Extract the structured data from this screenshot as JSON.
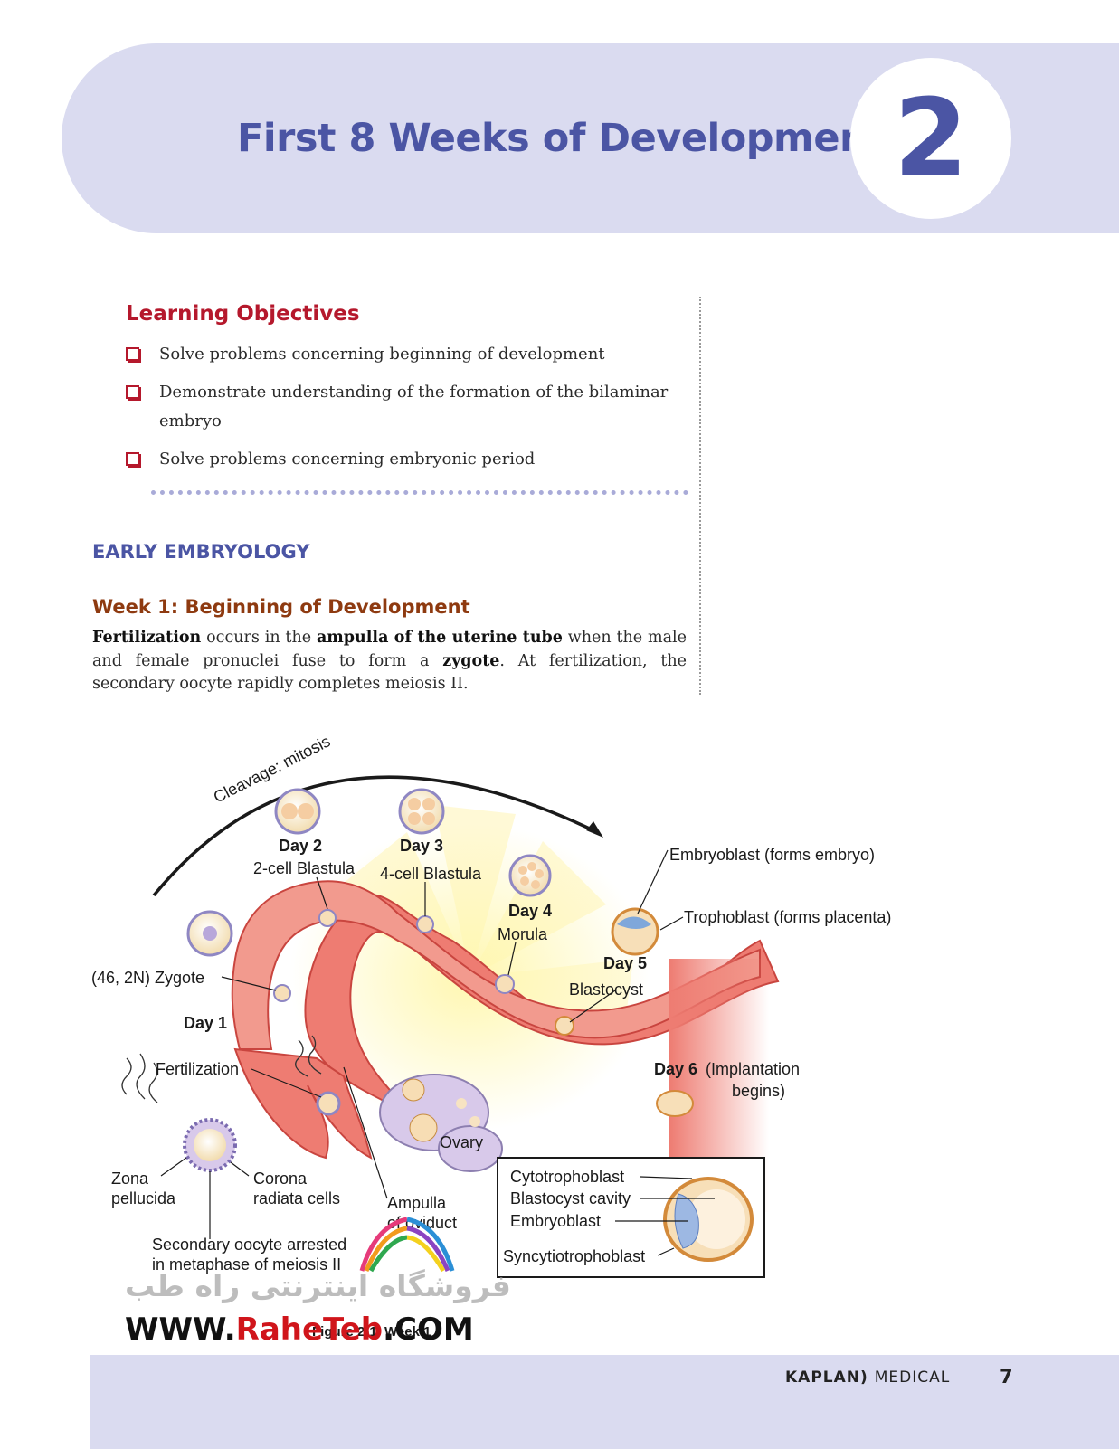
{
  "header": {
    "title": "First 8 Weeks of Development",
    "chapter_number": "2"
  },
  "objectives": {
    "heading": "Learning Objectives",
    "items": [
      "Solve problems concerning beginning of development",
      "Demonstrate understanding of the formation of the bilaminar embryo",
      "Solve problems concerning embryonic period"
    ]
  },
  "section": {
    "heading": "EARLY EMBRYOLOGY",
    "subheading": "Week 1: Beginning of Development",
    "paragraph": {
      "t1": "Fertilization",
      "t2": " occurs in the ",
      "t3": "ampulla of the uterine tube",
      "t4": " when the male and female pronuclei fuse to form a ",
      "t5": "zygote",
      "t6": ". At fertilization, the secondary oocyte rapidly completes meiosis II."
    }
  },
  "figure": {
    "arc_label": "Cleavage: mitosis",
    "day2": "Day 2",
    "day2_desc": "2-cell Blastula",
    "day3": "Day 3",
    "day3_desc": "4-cell Blastula",
    "day4": "Day 4",
    "day4_desc": "Morula",
    "day5": "Day 5",
    "day5_desc": "Blastocyst",
    "embryoblast_label": "Embryoblast (forms embryo)",
    "trophoblast_label": "Trophoblast (forms placenta)",
    "zygote_label": "(46, 2N) Zygote",
    "day1": "Day 1",
    "fertilization": "Fertilization",
    "day6": "Day 6",
    "day6_desc1": "(Implantation",
    "day6_desc2": "begins)",
    "ovary": "Ovary",
    "zona1": "Zona",
    "zona2": "pellucida",
    "corona1": "Corona",
    "corona2": "radiata cells",
    "ampulla1": "Ampulla",
    "ampulla2": "of oviduct",
    "oocyte1": "Secondary oocyte arrested",
    "oocyte2": "in metaphase of meiosis II",
    "inset_cyto": "Cytotrophoblast",
    "inset_cavity": "Blastocyst cavity",
    "inset_embryo": "Embryoblast",
    "inset_syncytio": "Syncytiotrophoblast",
    "caption": "Figure 2-1. Week 1"
  },
  "watermark": {
    "persian": "فروشگاه اینترنتی راه طب",
    "url_pre": "WWW.",
    "url_brand": "RaheTeb",
    "url_post": ".COM"
  },
  "footer": {
    "brand_kaplan": "KAPLAN",
    "brand_medical": "MEDICAL",
    "page_number": "7"
  }
}
